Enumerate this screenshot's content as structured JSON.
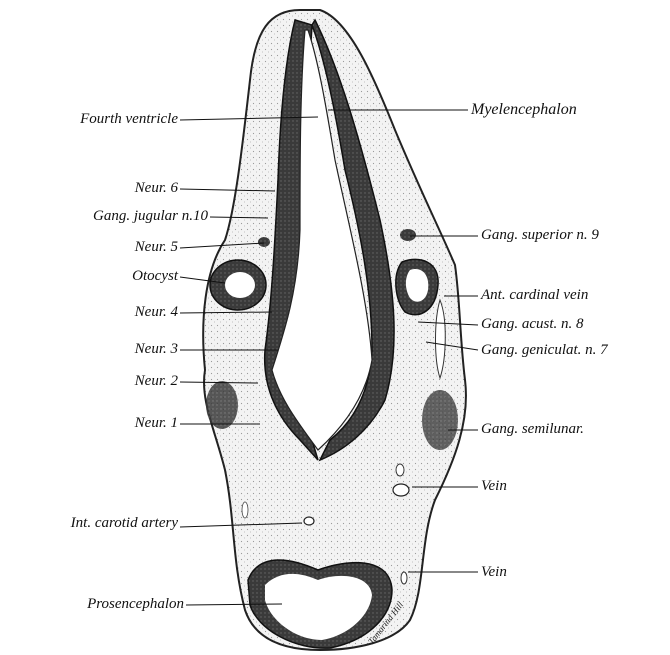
{
  "labels_left": [
    "Fourth ventricle",
    "Neur. 6",
    "Gang. jugular n.10",
    "Neur. 5",
    "Otocyst",
    "Neur. 4",
    "Neur. 3",
    "Neur. 2",
    "Neur. 1",
    "Int. carotid artery",
    "Prosencephalon"
  ],
  "labels_right": [
    "Myelencephalon",
    "Gang. superior n. 9",
    "Ant. cardinal vein",
    "Gang. acust. n. 8",
    "Gang. geniculat. n. 7",
    "Gang. semilunar.",
    "Vein",
    "Vein"
  ],
  "signature": "Tamarind Hill"
}
